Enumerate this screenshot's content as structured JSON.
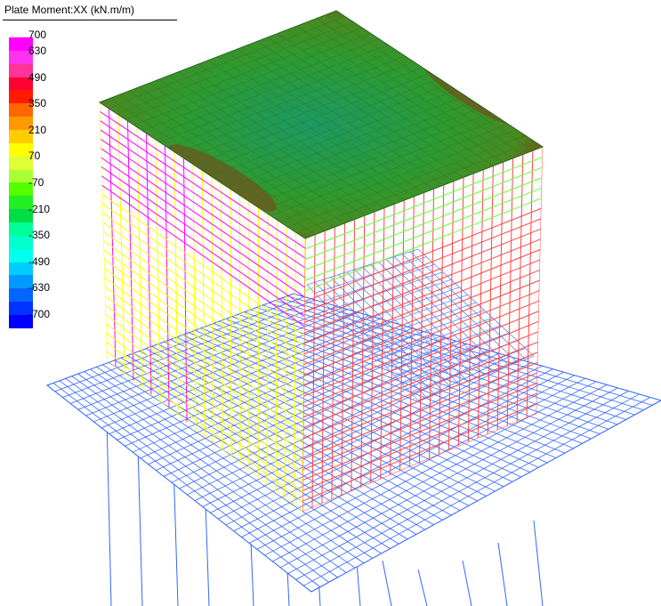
{
  "legend": {
    "title": "Plate Moment:XX (kN.m/m)",
    "labels": [
      "700",
      "630",
      "490",
      "350",
      "210",
      "70",
      "-70",
      "-210",
      "-350",
      "-490",
      "-630",
      "-700"
    ],
    "colors": [
      "#ff00ff",
      "#ff33ee",
      "#ff3399",
      "#ff0033",
      "#ff1a00",
      "#ff6600",
      "#ff9900",
      "#ffcc00",
      "#ffff00",
      "#ddff33",
      "#aaff33",
      "#55ff00",
      "#22ee22",
      "#00dd44",
      "#00ff99",
      "#00ffcc",
      "#00ffee",
      "#00ccff",
      "#0099ff",
      "#0066ff",
      "#0033ff",
      "#0000ff"
    ]
  },
  "mesh_colors": {
    "top_plate_base": "#2f9a2f",
    "top_plate_center": "#1f9a5f",
    "top_plate_hot": "#8a3a1a",
    "left_wall_mix": [
      "#ff00ff",
      "#ffff00"
    ],
    "front_wall": "#ff3333",
    "right_wall_upper": "#66ff33",
    "right_wall_lower": "#ff4444",
    "base_slab": "#3366ff",
    "inner_panel": "#66aaff"
  }
}
